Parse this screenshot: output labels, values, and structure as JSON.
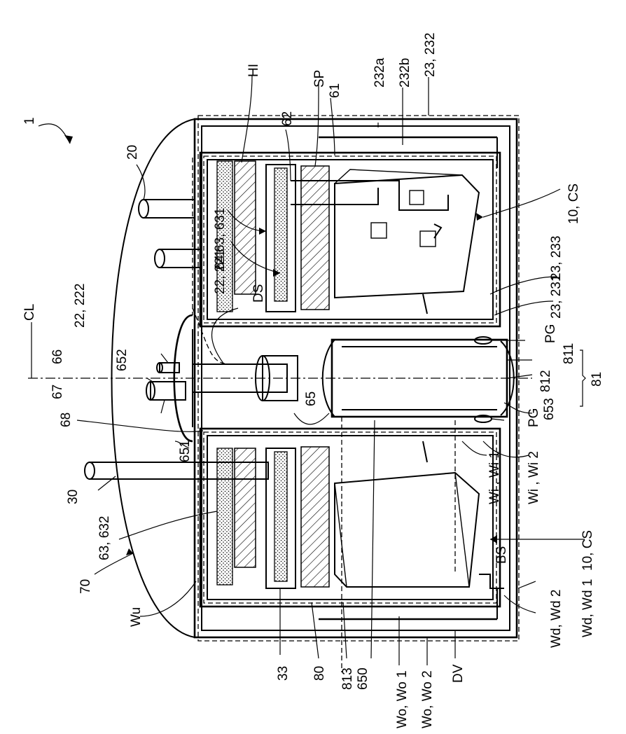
{
  "figure": {
    "title": "",
    "background": "#ffffff",
    "ink": "#000000"
  },
  "labels": [
    {
      "id": "1",
      "text": "1"
    },
    {
      "id": "20",
      "text": "20"
    },
    {
      "id": "hi",
      "text": "HI"
    },
    {
      "id": "sp",
      "text": "SP"
    },
    {
      "id": "62",
      "text": "62"
    },
    {
      "id": "61",
      "text": "61"
    },
    {
      "id": "232a",
      "text": "232a"
    },
    {
      "id": "232b",
      "text": "232b"
    },
    {
      "id": "23-232",
      "text": "23, 232"
    },
    {
      "id": "10cs-top",
      "text": "10, CS"
    },
    {
      "id": "63-631",
      "text": "63, 631"
    },
    {
      "id": "22-221",
      "text": "22, 221"
    },
    {
      "id": "64",
      "text": "64"
    },
    {
      "id": "ds",
      "text": "DS"
    },
    {
      "id": "23-233",
      "text": "23, 233"
    },
    {
      "id": "23-231",
      "text": "23, 231"
    },
    {
      "id": "22-222",
      "text": "22, 222"
    },
    {
      "id": "cl",
      "text": "CL"
    },
    {
      "id": "66",
      "text": "66"
    },
    {
      "id": "652",
      "text": "652"
    },
    {
      "id": "67",
      "text": "67"
    },
    {
      "id": "pg-top",
      "text": "PG"
    },
    {
      "id": "811",
      "text": "811"
    },
    {
      "id": "812",
      "text": "812"
    },
    {
      "id": "81",
      "text": "81"
    },
    {
      "id": "65",
      "text": "65"
    },
    {
      "id": "68",
      "text": "68"
    },
    {
      "id": "653",
      "text": "653"
    },
    {
      "id": "pg-bottom",
      "text": "PG"
    },
    {
      "id": "651",
      "text": "651"
    },
    {
      "id": "wi-wi2",
      "text": "Wi , Wi 2"
    },
    {
      "id": "wi-wi1",
      "text": "Wi , Wi 1"
    },
    {
      "id": "30",
      "text": "30"
    },
    {
      "id": "63-632",
      "text": "63, 632"
    },
    {
      "id": "10cs-bottom",
      "text": "10, CS"
    },
    {
      "id": "bs",
      "text": "BS"
    },
    {
      "id": "70",
      "text": "70"
    },
    {
      "id": "wu",
      "text": "Wu"
    },
    {
      "id": "wd-wd1",
      "text": "Wd, Wd 1"
    },
    {
      "id": "wd-wd2",
      "text": "Wd, Wd 2"
    },
    {
      "id": "33",
      "text": "33"
    },
    {
      "id": "80",
      "text": "80"
    },
    {
      "id": "813",
      "text": "813"
    },
    {
      "id": "650",
      "text": "650"
    },
    {
      "id": "wo-wo1",
      "text": "Wo, Wo 1"
    },
    {
      "id": "wo-wo2",
      "text": "Wo, Wo 2"
    },
    {
      "id": "dv",
      "text": "DV"
    }
  ]
}
